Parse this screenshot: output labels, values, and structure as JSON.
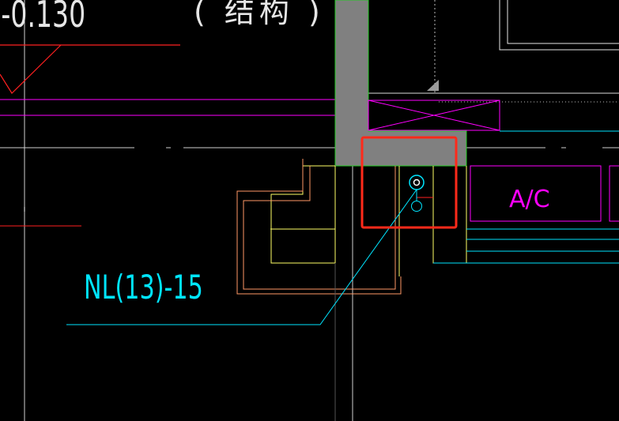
{
  "drawing": {
    "elevation_label": "-0.130",
    "structure_label": "( 结构 )",
    "ac_label": "A/C",
    "pipe_label": "NL(13)-15"
  },
  "colors": {
    "background": "#000000",
    "wall_fill": "#808080",
    "wall_edge": "#22cc22",
    "grid_line": "#c8c8c8",
    "magenta": "#ff00ff",
    "cyan": "#00e5ff",
    "yellow": "#ffff66",
    "salmon": "#ff9966",
    "red": "#ff2020",
    "highlight_box": "#ff2a1a",
    "text_white": "#e6e6e6"
  }
}
